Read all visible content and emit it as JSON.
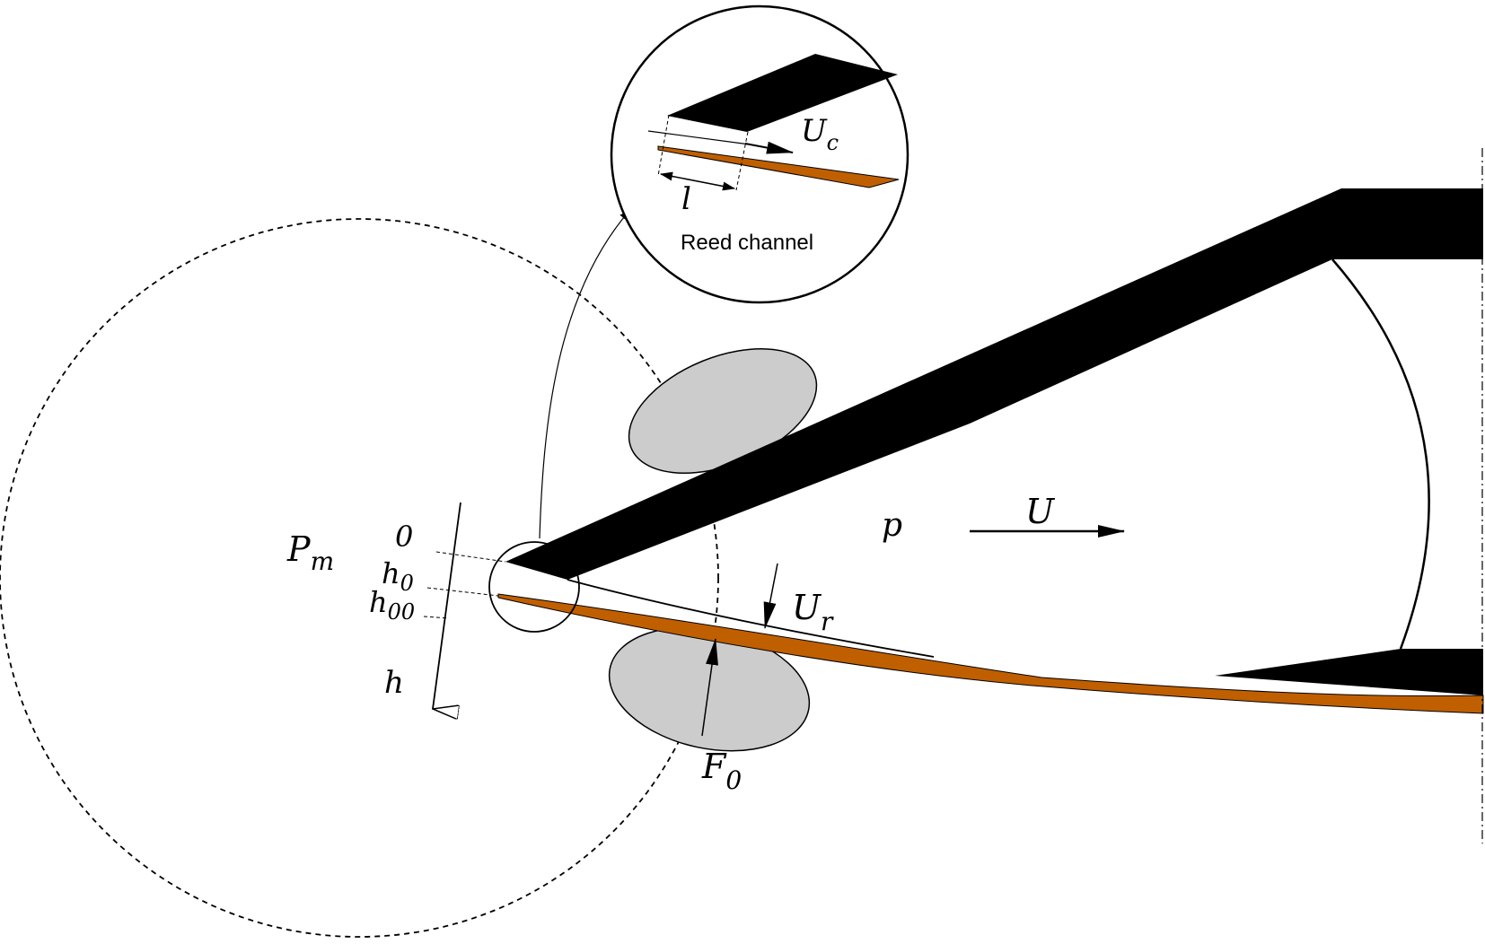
{
  "labels": {
    "pm": "P",
    "pm_sub": "m",
    "zero": "0",
    "h0": "h",
    "h0_sub": "0",
    "h00": "h",
    "h00_sub": "00",
    "h": "h",
    "p": "p",
    "u": "U",
    "ur": "U",
    "ur_sub": "r",
    "f0": "F",
    "f0_sub": "0",
    "uc": "U",
    "uc_sub": "c",
    "l": "l",
    "reed_channel": "Reed channel"
  },
  "colors": {
    "reed": "#c05f00",
    "lip": "#cccccc",
    "solid": "#000000",
    "background": "#ffffff"
  }
}
